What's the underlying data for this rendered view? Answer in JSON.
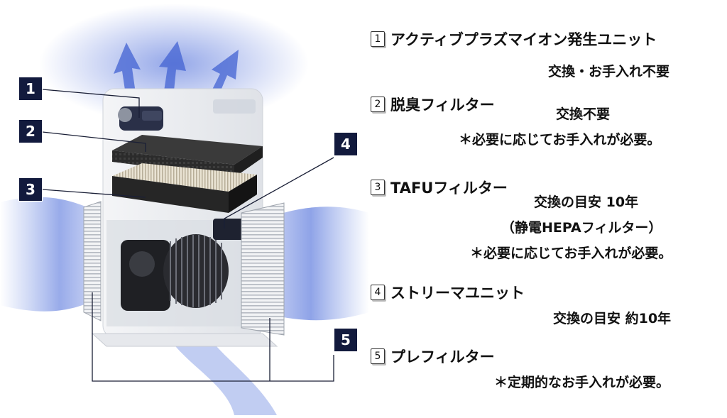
{
  "callouts": [
    "1",
    "2",
    "3",
    "4",
    "5"
  ],
  "components": [
    {
      "number": "1",
      "name": "アクティブプラズマイオン発生ユニット",
      "notes": [
        "交換・お手入れ不要"
      ]
    },
    {
      "number": "2",
      "name": "脱臭フィルター",
      "notes": [
        "交換不要",
        "＊必要に応じてお手入れが必要。"
      ]
    },
    {
      "number": "3",
      "name": "TAFUフィルター",
      "notes": [
        "交換の目安 10年",
        "（静電HEPAフィルター）",
        "＊必要に応じてお手入れが必要。"
      ]
    },
    {
      "number": "4",
      "name": "ストリーマユニット",
      "notes": [
        "交換の目安 約10年"
      ]
    },
    {
      "number": "5",
      "name": "プレフィルター",
      "notes": [
        "＊定期的なお手入れが必要。"
      ]
    }
  ],
  "colors": {
    "callout_bg": "#121a3d",
    "airflow": "#3c5fd6",
    "unit_body": "#eef0f3",
    "filter_dark": "#2a2a2a"
  },
  "icons": [
    "airflow-arrow-icon",
    "fan-icon",
    "filter-icon"
  ]
}
